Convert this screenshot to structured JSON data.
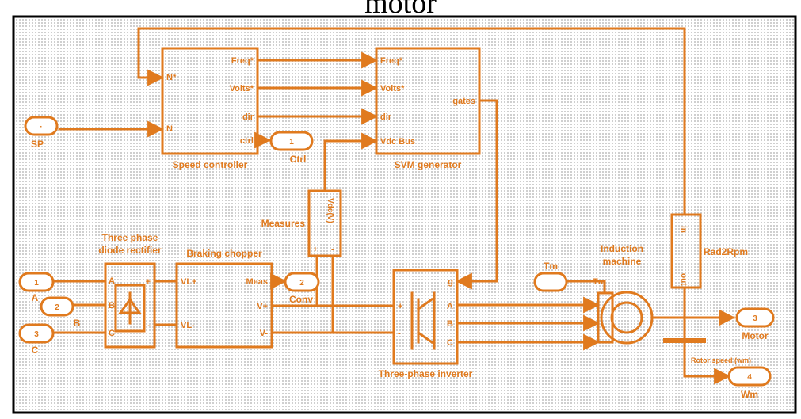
{
  "title": "motor",
  "blocks": {
    "speed_controller": {
      "name": "Speed controller",
      "ports_in": [
        "N*",
        "N"
      ],
      "ports_out": [
        "Freq*",
        "Volts*",
        "dir",
        "ctrl"
      ]
    },
    "svm_generator": {
      "name": "SVM generator",
      "ports_in": [
        "Freq*",
        "Volts*",
        "dir",
        "Vdc Bus"
      ],
      "ports_out": [
        "gates"
      ]
    },
    "rectifier": {
      "name_line1": "Three phase",
      "name_line2": "diode rectifier",
      "ports": [
        "A",
        "B",
        "C",
        "+",
        "-"
      ]
    },
    "chopper": {
      "name": "Braking chopper",
      "ports_in": [
        "VL+",
        "VL-"
      ],
      "ports_out": [
        "Meas",
        "V+",
        "V-"
      ]
    },
    "measures": {
      "name": "Measures",
      "inner": "Vdc(V)",
      "ports": [
        "+",
        "-"
      ]
    },
    "inverter": {
      "name": "Three-phase inverter",
      "ports": [
        "g",
        "+",
        "-",
        "A",
        "B",
        "C"
      ]
    },
    "machine": {
      "name_line1": "Induction",
      "name_line2": "machine",
      "port": "Tm"
    },
    "rad2rpm": {
      "name": "Rad2Rpm",
      "ports": [
        "in",
        "out"
      ]
    },
    "rotor_label": "Rotor speed (wm)"
  },
  "ports": {
    "sp": {
      "label": "SP"
    },
    "ctrl": {
      "num": "1",
      "label": "Ctrl"
    },
    "a": {
      "num": "1",
      "label": "A"
    },
    "b": {
      "num": "2",
      "label": "B"
    },
    "c": {
      "num": "3",
      "label": "C"
    },
    "conv": {
      "num": "2",
      "label": "Conv"
    },
    "tm": {
      "label": "Tm"
    },
    "motor": {
      "num": "3",
      "label": "Motor"
    },
    "wm": {
      "num": "4",
      "label": "Wm"
    }
  },
  "colors": {
    "line": "#e07a1e",
    "dot": "#cfcfcf",
    "border": "#000000"
  }
}
